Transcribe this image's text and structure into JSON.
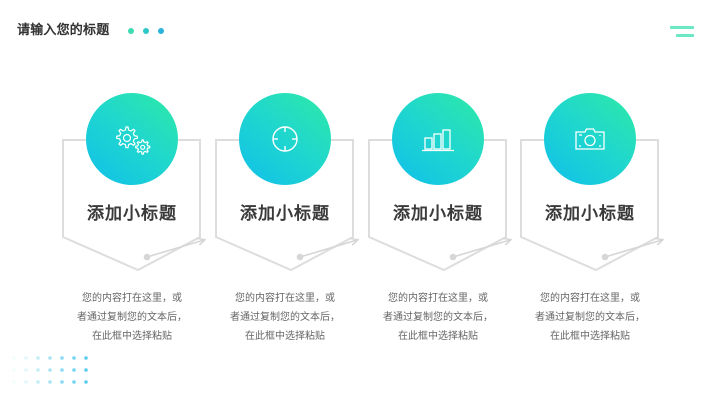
{
  "header": {
    "title": "请输入您的标题",
    "dots": [
      "#3ddbb0",
      "#2ec8c8",
      "#2ab4dc"
    ],
    "menu_icon": "menu-icon",
    "menu_color": "#6ae8c4"
  },
  "theme": {
    "gradient_start": "#10bfe9",
    "gradient_end": "#2eeaa6",
    "frame_color": "#dddddd",
    "title_color": "#3a3a3a",
    "desc_color": "#666666"
  },
  "cards": [
    {
      "icon": "gears-icon",
      "title": "添加小标题",
      "desc": [
        "您的内容打在这里，或",
        "者通过复制您的文本后，",
        "在此框中选择粘贴"
      ]
    },
    {
      "icon": "target-icon",
      "title": "添加小标题",
      "desc": [
        "您的内容打在这里，或",
        "者通过复制您的文本后，",
        "在此框中选择粘贴"
      ]
    },
    {
      "icon": "bar-chart-icon",
      "title": "添加小标题",
      "desc": [
        "您的内容打在这里，或",
        "者通过复制您的文本后，",
        "在此框中选择粘贴"
      ]
    },
    {
      "icon": "camera-icon",
      "title": "添加小标题",
      "desc": [
        "您的内容打在这里，或",
        "者通过复制您的文本后，",
        "在此框中选择粘贴"
      ]
    }
  ]
}
